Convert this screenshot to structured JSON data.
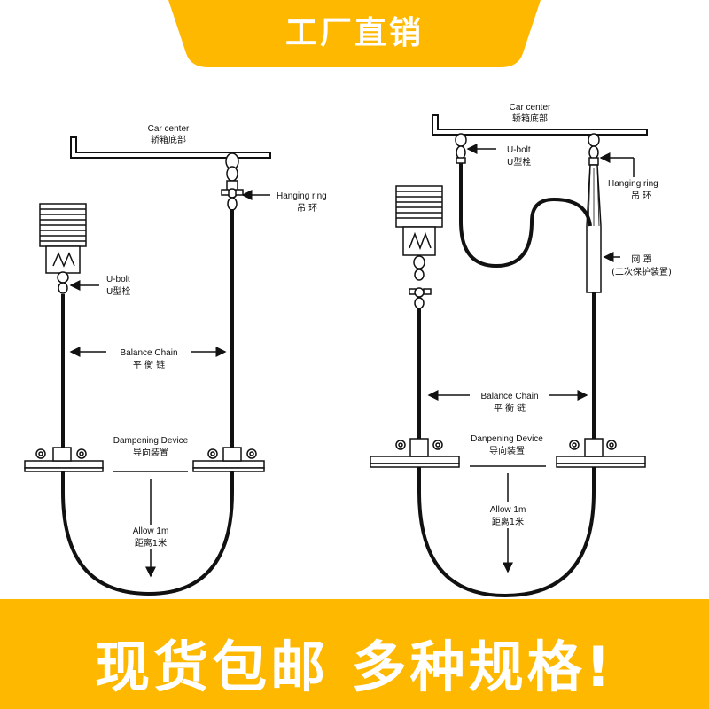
{
  "banner": {
    "title": "工厂直销",
    "color": "#ffb800"
  },
  "footer": {
    "text": "现货包邮 多种规格!",
    "color": "#ffb800"
  },
  "left": {
    "car_center_en": "Car center",
    "car_center_cn": "轿箱底部",
    "hanging_ring_en": "Hanging ring",
    "hanging_ring_cn": "吊 环",
    "ubolt_en": "U-bolt",
    "ubolt_cn": "U型栓",
    "balance_chain_en": "Balance Chain",
    "balance_chain_cn": "平 衡 链",
    "dampening_en": "Dampening Device",
    "dampening_cn": "导向装置",
    "allow_en": "Allow 1m",
    "allow_cn": "距离1米"
  },
  "right": {
    "car_center_en": "Car center",
    "car_center_cn": "轿箱底部",
    "ubolt_en": "U-bolt",
    "ubolt_cn": "U型栓",
    "hanging_ring_en": "Hanging ring",
    "hanging_ring_cn": "吊 环",
    "net_cn": "网 罩",
    "net_sub_cn": "(二次保护装置)",
    "balance_chain_en": "Balance Chain",
    "balance_chain_cn": "平 衡 链",
    "dampening_en": "Danpening Device",
    "dampening_cn": "导向装置",
    "allow_en": "Allow 1m",
    "allow_cn": "距离1米"
  }
}
